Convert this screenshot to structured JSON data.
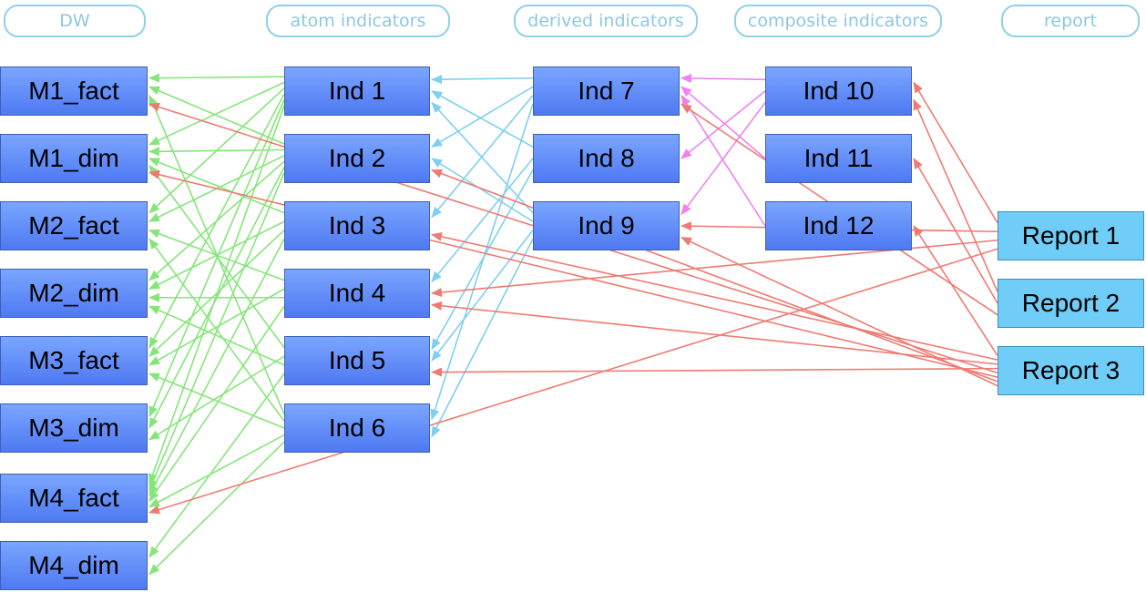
{
  "columns": {
    "dw": "DW",
    "atom": "atom indicators",
    "derived": "derived indicators",
    "composite": "composite indicators",
    "report": "report"
  },
  "nodes": {
    "m1_fact": "M1_fact",
    "m1_dim": "M1_dim",
    "m2_fact": "M2_fact",
    "m2_dim": "M2_dim",
    "m3_fact": "M3_fact",
    "m3_dim": "M3_dim",
    "m4_fact": "M4_fact",
    "m4_dim": "M4_dim",
    "ind1": "Ind 1",
    "ind2": "Ind 2",
    "ind3": "Ind 3",
    "ind4": "Ind 4",
    "ind5": "Ind 5",
    "ind6": "Ind 6",
    "ind7": "Ind 7",
    "ind8": "Ind 8",
    "ind9": "Ind 9",
    "ind10": "Ind 10",
    "ind11": "Ind 11",
    "ind12": "Ind 12",
    "report1": "Report 1",
    "report2": "Report 2",
    "report3": "Report 3"
  },
  "colors": {
    "green": "#86e57a",
    "blue": "#7fcfee",
    "pink": "#ee82ee",
    "red": "#ee7b73"
  },
  "edges": [
    [
      "ind1",
      "m1_fact",
      "green"
    ],
    [
      "ind1",
      "m1_dim",
      "green"
    ],
    [
      "ind1",
      "m2_fact",
      "green"
    ],
    [
      "ind1",
      "m3_fact",
      "green"
    ],
    [
      "ind1",
      "m3_dim",
      "green"
    ],
    [
      "ind1",
      "m4_fact",
      "green"
    ],
    [
      "ind2",
      "m1_fact",
      "green"
    ],
    [
      "ind2",
      "m1_dim",
      "green"
    ],
    [
      "ind2",
      "m2_fact",
      "green"
    ],
    [
      "ind2",
      "m2_dim",
      "green"
    ],
    [
      "ind2",
      "m3_dim",
      "green"
    ],
    [
      "ind2",
      "m4_fact",
      "green"
    ],
    [
      "ind3",
      "m1_dim",
      "green"
    ],
    [
      "ind3",
      "m2_dim",
      "green"
    ],
    [
      "ind3",
      "m3_fact",
      "green"
    ],
    [
      "ind3",
      "m4_fact",
      "green"
    ],
    [
      "ind4",
      "m2_fact",
      "green"
    ],
    [
      "ind4",
      "m3_fact",
      "green"
    ],
    [
      "ind4",
      "m2_dim",
      "green"
    ],
    [
      "ind4",
      "m4_fact",
      "green"
    ],
    [
      "ind5",
      "m1_dim",
      "green"
    ],
    [
      "ind5",
      "m3_dim",
      "green"
    ],
    [
      "ind5",
      "m2_dim",
      "green"
    ],
    [
      "ind5",
      "m4_dim",
      "green"
    ],
    [
      "ind6",
      "m1_fact",
      "green"
    ],
    [
      "ind6",
      "m2_fact",
      "green"
    ],
    [
      "ind6",
      "m3_fact",
      "green"
    ],
    [
      "ind6",
      "m4_fact",
      "green"
    ],
    [
      "ind6",
      "m4_dim",
      "green"
    ],
    [
      "ind7",
      "ind1",
      "blue"
    ],
    [
      "ind7",
      "ind2",
      "blue"
    ],
    [
      "ind7",
      "ind3",
      "blue"
    ],
    [
      "ind7",
      "ind6",
      "blue"
    ],
    [
      "ind8",
      "ind1",
      "blue"
    ],
    [
      "ind8",
      "ind4",
      "blue"
    ],
    [
      "ind8",
      "ind5",
      "blue"
    ],
    [
      "ind9",
      "ind1",
      "blue"
    ],
    [
      "ind9",
      "ind2",
      "blue"
    ],
    [
      "ind9",
      "ind5",
      "blue"
    ],
    [
      "ind9",
      "ind6",
      "blue"
    ],
    [
      "ind10",
      "ind7",
      "pink"
    ],
    [
      "ind10",
      "ind8",
      "pink"
    ],
    [
      "ind10",
      "ind9",
      "pink"
    ],
    [
      "ind11",
      "ind7",
      "pink"
    ],
    [
      "ind12",
      "ind7",
      "pink"
    ],
    [
      "report1",
      "ind10",
      "red"
    ],
    [
      "report1",
      "ind9",
      "red"
    ],
    [
      "report1",
      "ind4",
      "red"
    ],
    [
      "report1",
      "m4_fact",
      "red"
    ],
    [
      "report2",
      "ind10",
      "red"
    ],
    [
      "report2",
      "ind11",
      "red"
    ],
    [
      "report2",
      "ind7",
      "red"
    ],
    [
      "report3",
      "ind12",
      "red"
    ],
    [
      "report3",
      "ind3",
      "red"
    ],
    [
      "report3",
      "ind4",
      "red"
    ],
    [
      "report3",
      "ind5",
      "red"
    ],
    [
      "report3",
      "m1_fact",
      "red"
    ],
    [
      "report3",
      "m1_dim",
      "red"
    ],
    [
      "report3",
      "ind2",
      "red"
    ],
    [
      "report3",
      "ind9",
      "red"
    ]
  ]
}
